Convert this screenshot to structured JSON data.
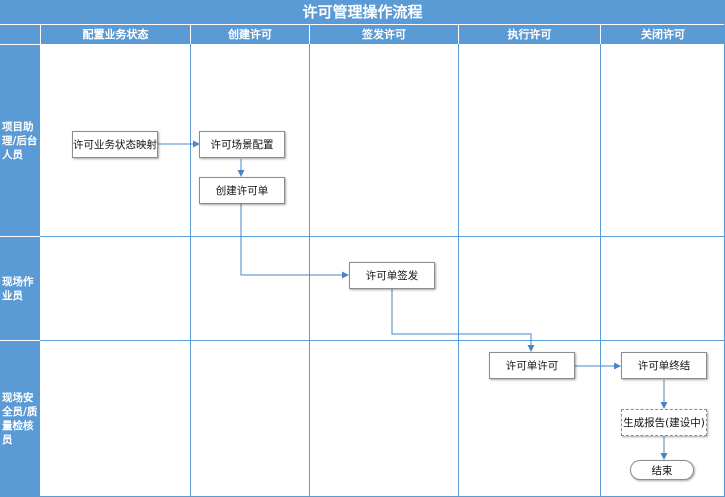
{
  "title": "许可管理操作流程",
  "columns": [
    "配置业务状态",
    "创建许可",
    "签发许可",
    "执行许可",
    "关闭许可"
  ],
  "lanes": [
    "项目助理/后台人员",
    "现场作业员",
    "现场安全员/质量检核员"
  ],
  "nodes": {
    "status_mapping": "许可业务状态映射",
    "scene_config": "许可场景配置",
    "create_permit": "创建许可单",
    "issue_permit": "许可单签发",
    "execute_permit": "许可单许可",
    "close_permit": "许可单终结",
    "report": "生成报告(建设中)",
    "end": "结束"
  },
  "colors": {
    "header": "#5b9bd5",
    "grid": "#5b9bd5",
    "arrow": "#4a86c5"
  }
}
